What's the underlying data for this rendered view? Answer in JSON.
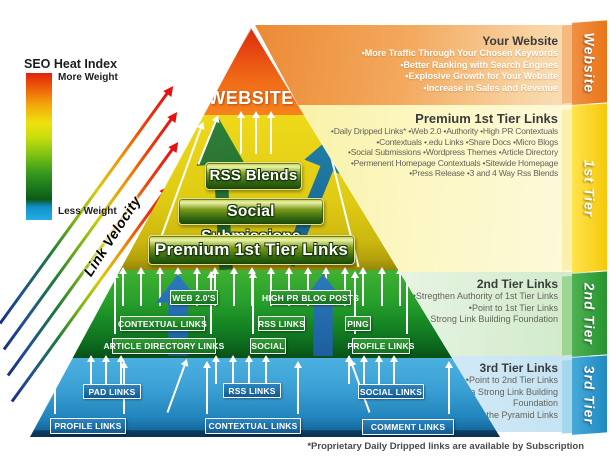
{
  "legend": {
    "title": "SEO Heat Index",
    "more_label": "More Weight",
    "less_label": "Less Weight"
  },
  "link_velocity_label": "Link Velocity",
  "pyramid": {
    "website_label": "WEBSITE",
    "tier1_bars": [
      "RSS Blends",
      "Social Submissions",
      "Premium 1st Tier Links"
    ],
    "tier2_boxes": [
      "WEB 2.0'S",
      "HIGH PR BLOG POSTS",
      "CONTEXTUAL LINKS",
      "RSS LINKS",
      "PING",
      "ARTICLE DIRECTORY LINKS",
      "SOCIAL",
      "PROFILE LINKS"
    ],
    "tier3_boxes": [
      "PAD LINKS",
      "RSS LINKS",
      "SOCIAL LINKS",
      "PROFILE LINKS",
      "CONTEXTUAL LINKS",
      "COMMENT LINKS"
    ]
  },
  "panels": {
    "website": {
      "title": "Your Website",
      "bullets": [
        "•More Traffic Through Your Chosen Keywords",
        "•Better Ranking with Search Engines",
        "•Explosive Growth for Your Website",
        "•Increase in Sales and Revenue"
      ]
    },
    "tier1": {
      "title": "Premium 1st Tier Links",
      "lines": [
        "•Daily Dripped Links* •Web 2.0 •Authority •High PR Contextuals",
        "•Contextuals •.edu Links •Share Docs •Micro Blogs",
        "•Social Submissions •Wordpress Themes •Article Directory",
        "•Permenent Homepage Contextuals •Sitewide Homepage",
        "•Press Release •3 and 4 Way Rss Blends"
      ]
    },
    "tier2": {
      "title": "2nd Tier Links",
      "bullets": [
        "•Stregthen Authority of 1st Tier Links",
        "•Point to 1st Tier Links",
        "•Build a Strong Link Building Foundation"
      ]
    },
    "tier3": {
      "title": "3rd Tier Links",
      "bullets": [
        "•Point to 2nd Tier Links",
        "•Build a Strong Link Building Foundation",
        "•Index the Pyramid Links"
      ]
    }
  },
  "ribbons": [
    {
      "label": "Website"
    },
    {
      "label": "1st Tier"
    },
    {
      "label": "2nd Tier"
    },
    {
      "label": "3rd Tier"
    }
  ],
  "footnote": "*Proprietary Daily Dripped links are available by Subscription",
  "colors": {
    "tier_website": "#ee7d28",
    "tier_1": "#e0cb14",
    "tier_2": "#1e9e28",
    "tier_3": "#2e96cd",
    "heat_top": "#e32009",
    "heat_bottom": "#27aee3"
  }
}
